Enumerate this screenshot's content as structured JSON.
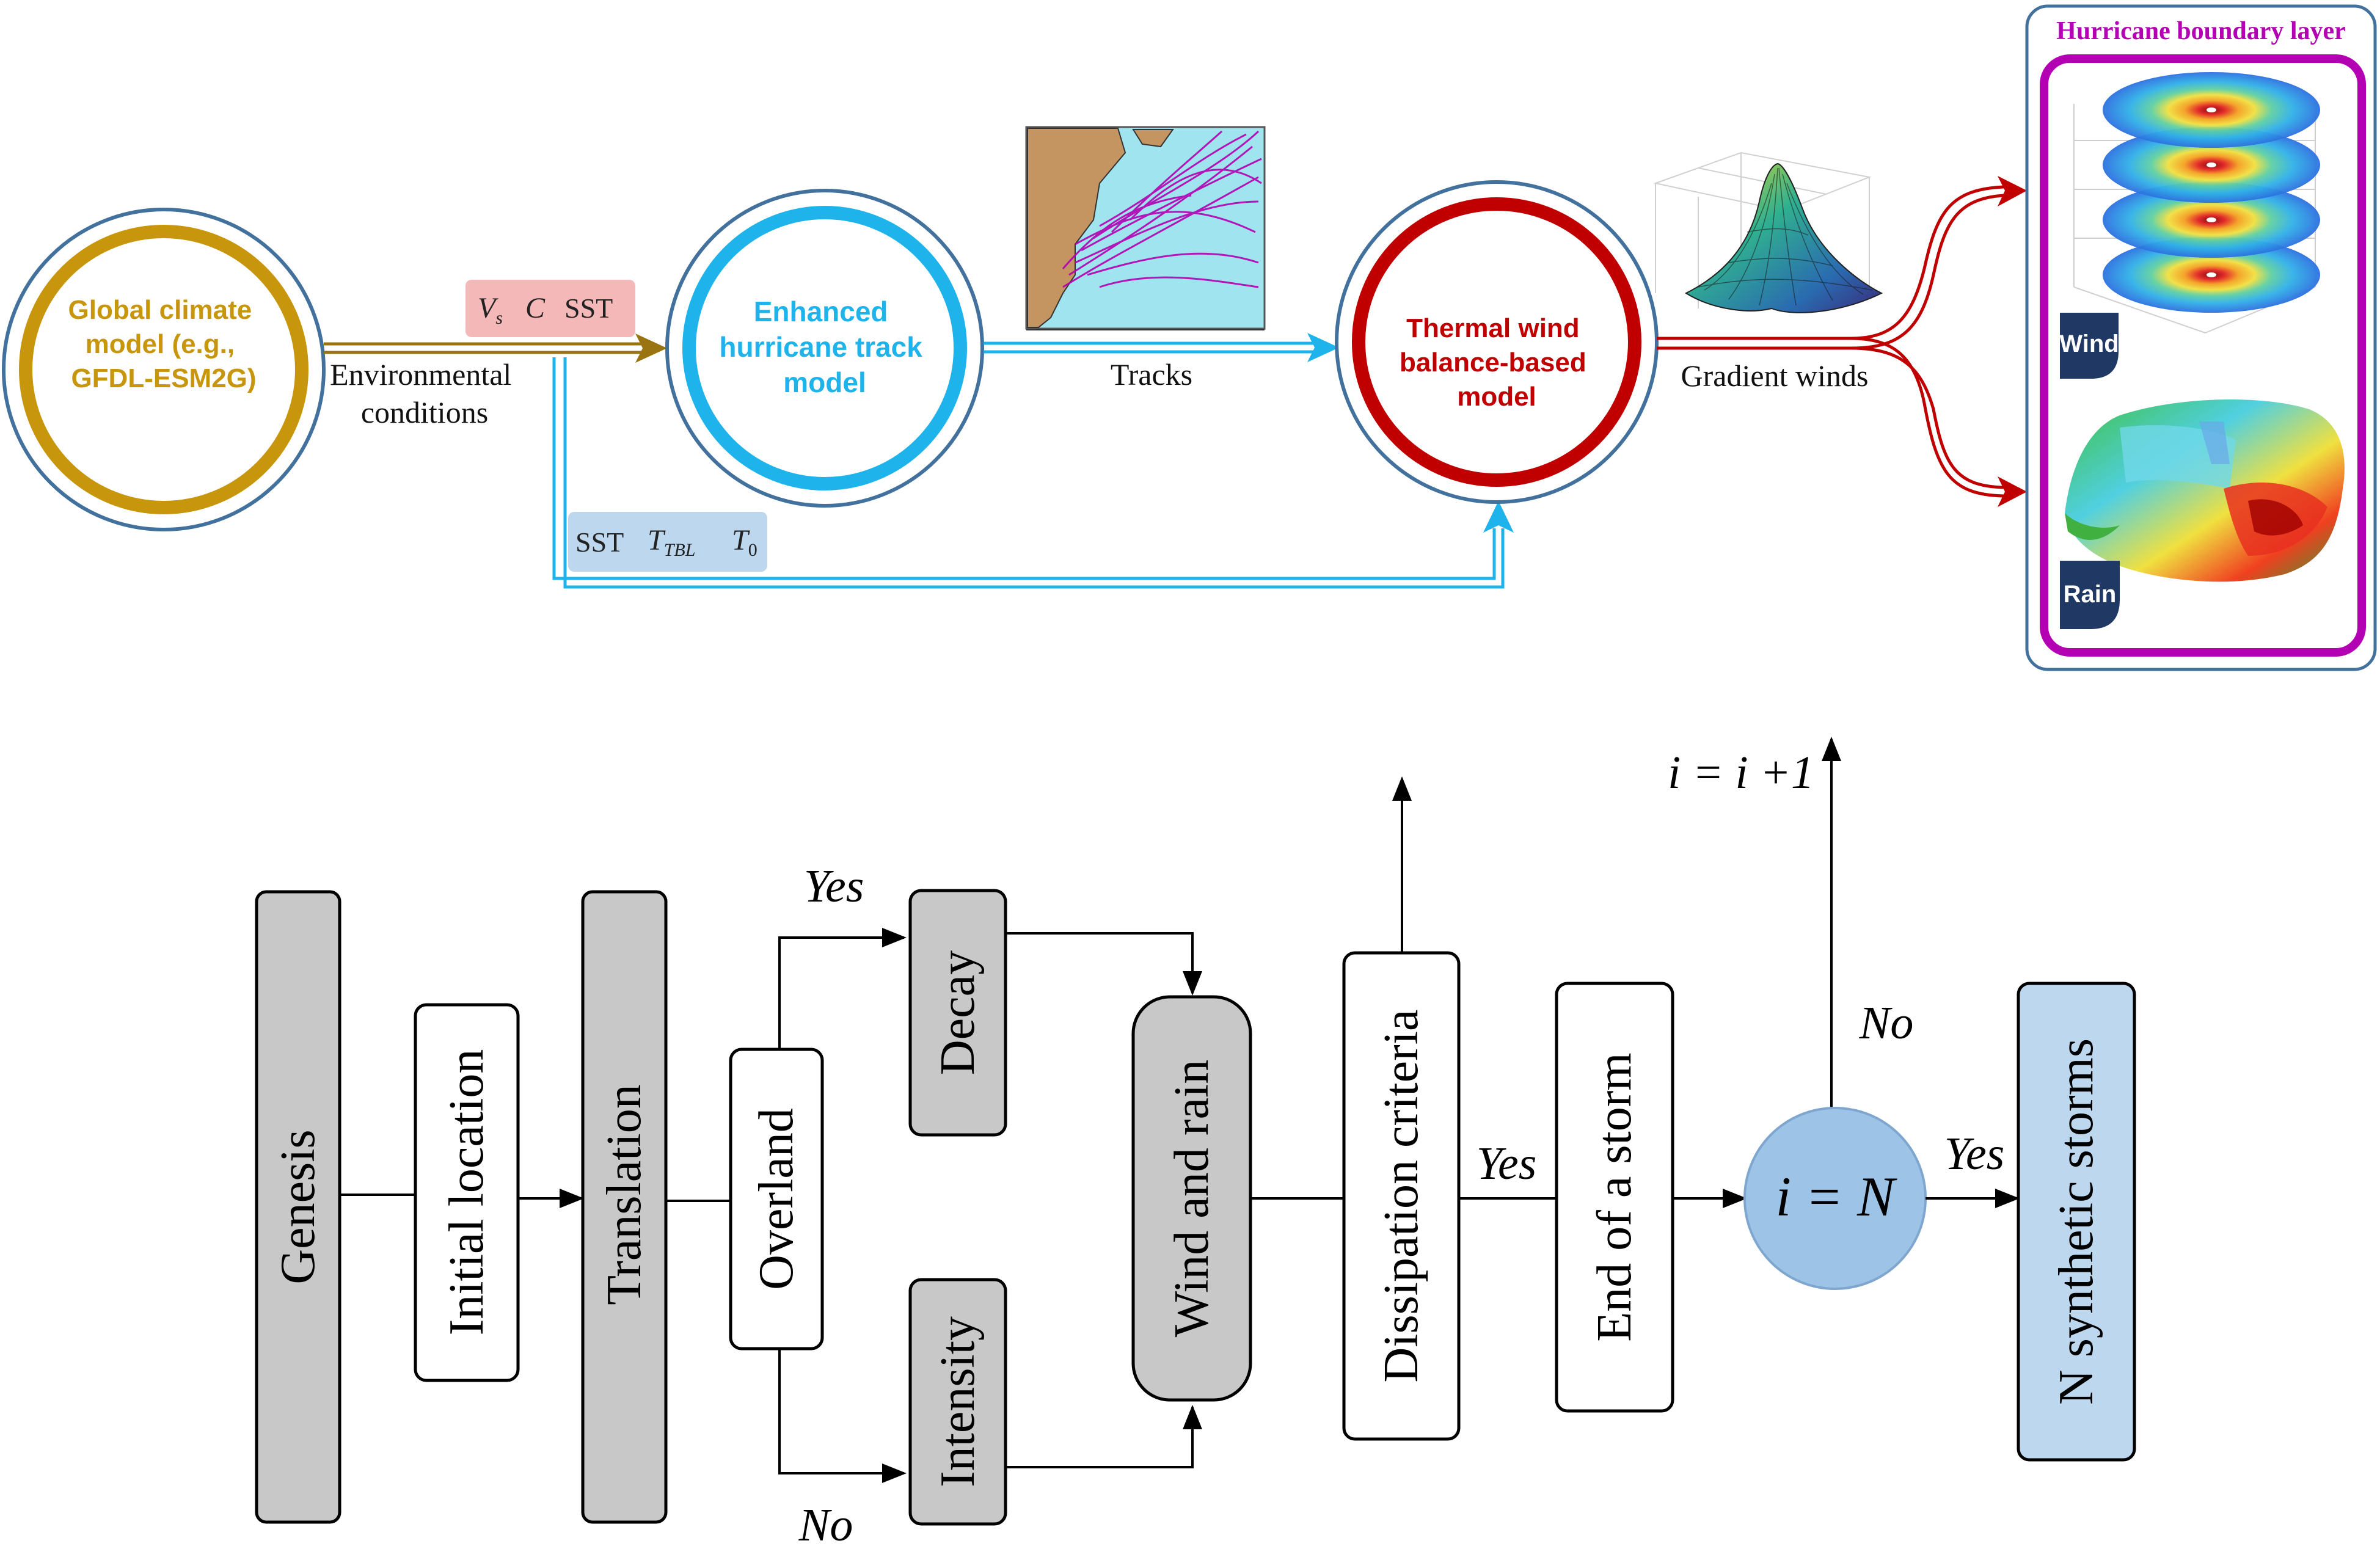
{
  "colors": {
    "gold": "#c8960c",
    "cyan": "#1eb3ea",
    "red": "#c00000",
    "magenta": "#b300b3",
    "ring": "#41719c",
    "box_gray": "#c8c8c8",
    "box_blue": "#bdd7ee",
    "circle_blue": "#9dc3e6",
    "pink_chip": "#f4b8b8",
    "blue_chip": "#bdd7ee",
    "dark_badge": "#1f3864"
  },
  "top": {
    "gcm": [
      "Global climate",
      "model (e.g.,",
      "GFDL-ESM2G)"
    ],
    "track_model": [
      "Enhanced",
      "hurricane track",
      "model"
    ],
    "thermal_model": [
      "Thermal wind",
      "balance-based",
      "model"
    ],
    "env_label": [
      "Environmental",
      "conditions"
    ],
    "tracks_label": "Tracks",
    "gradient_label": "Gradient winds",
    "chip_top": {
      "vs": "V",
      "vs_sub": "s",
      "c": "C",
      "sst": "SST"
    },
    "chip_bottom": {
      "sst": "SST",
      "t": "T",
      "t_sub": "TBL",
      "t0": "T",
      "t0_sub": "0"
    },
    "hbl": {
      "title": "Hurricane boundary layer",
      "wind_badge": "Wind",
      "rain_badge": "Rain"
    },
    "map_icon": "hurricane-tracks-map",
    "cone_icon": "wind-field-3d-cone"
  },
  "bottom": {
    "genesis": "Genesis",
    "initial_location": "Initial location",
    "translation": "Translation",
    "overland": "Overland",
    "decay": "Decay",
    "intensity": "Intensity",
    "wind_rain": "Wind and rain",
    "dissipation": "Dissipation criteria",
    "end_storm": "End of a storm",
    "decision": "i = N",
    "synthetic": "N synthetic storms",
    "yes_decay": "Yes",
    "no_intensity": "No",
    "yes_dissipation": "Yes",
    "no_loop": "No",
    "yes_final": "Yes",
    "increment": "i = i +1"
  }
}
